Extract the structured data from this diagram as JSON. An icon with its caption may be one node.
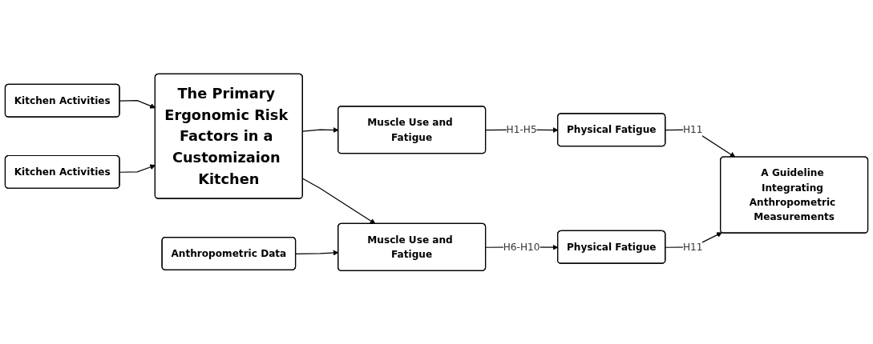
{
  "diagram": {
    "nodes": [
      {
        "text": [
          "Kitchen Activities"
        ]
      },
      {
        "text": [
          "The Primary Ergonomic Risk Factors in a Customizaion Kitchen"
        ]
      },
      {
        "text": [
          "Muscle Use and Fatigue"
        ]
      },
      {
        "text": [
          "Physical Fatigue"
        ]
      },
      {
        "text": [
          "A Guideline Integrating Anthropometric Measurements"
        ]
      },
      {
        "text": [
          "Kitchen Activities"
        ]
      },
      {
        "text": [
          "Muscle Use and Fatigue"
        ]
      },
      {
        "text": [
          "Physical Fatigue"
        ]
      },
      {
        "text": [
          "Anthropometric Data"
        ]
      }
    ],
    "edges": [
      {
        "from": 0,
        "to": 1,
        "arrow": "to"
      },
      {
        "from": 5,
        "to": 1,
        "arrow": "to"
      },
      {
        "from": 1,
        "to": 2,
        "arrow": "to"
      },
      {
        "from": 1,
        "to": 6,
        "arrow": "to"
      },
      {
        "from": 2,
        "to": 3,
        "arrow": "to",
        "label": "H1-H5"
      },
      {
        "from": 6,
        "to": 7,
        "arrow": "to",
        "label": "H6-H10"
      },
      {
        "from": 3,
        "to": 4,
        "arrow": "to",
        "label": "H11"
      },
      {
        "from": 7,
        "to": 4,
        "arrow": "to",
        "label": "H11"
      },
      {
        "from": 8,
        "to": 6,
        "arrow": "to"
      }
    ]
  }
}
